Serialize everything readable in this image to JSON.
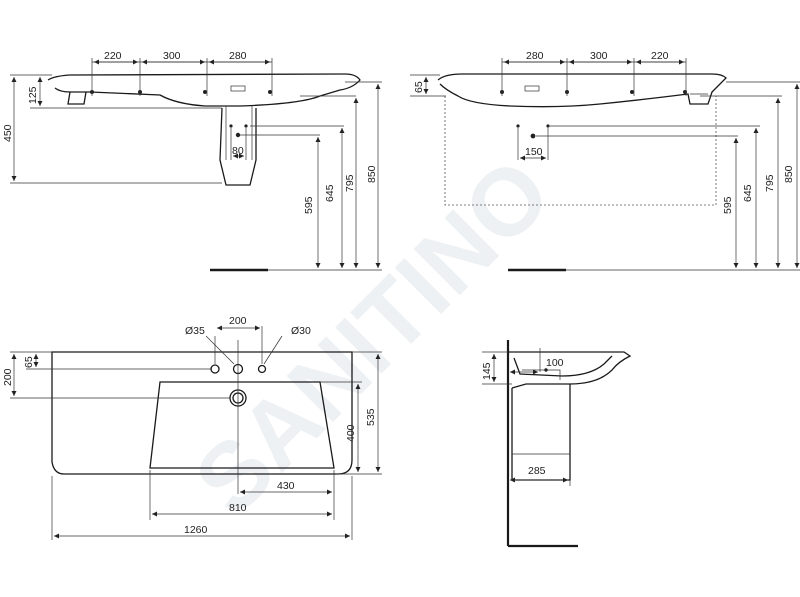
{
  "watermark": "SANITINO",
  "views": {
    "front_right_tap": {
      "tap_spacings": [
        "220",
        "300",
        "280"
      ],
      "rim_height": "125",
      "total_height": "450",
      "waste_offset": "80",
      "heights": [
        "595",
        "645",
        "795",
        "850"
      ]
    },
    "front_left_tap": {
      "tap_spacings": [
        "280",
        "300",
        "220"
      ],
      "rim_height": "65",
      "waste_offset": "150",
      "heights": [
        "595",
        "645",
        "795",
        "850"
      ]
    },
    "plan": {
      "tap_hole_diameter_left": "Ø35",
      "tap_hole_spacing": "200",
      "tap_hole_diameter_right": "Ø30",
      "tap_row_depth": "65",
      "waste_depth": "200",
      "bowl_depth": "400",
      "total_depth": "535",
      "waste_to_edge": "430",
      "bowl_width": "810",
      "total_width": "1260"
    },
    "side": {
      "height_145": "145",
      "depth_100": "100",
      "depth_285": "285"
    }
  }
}
